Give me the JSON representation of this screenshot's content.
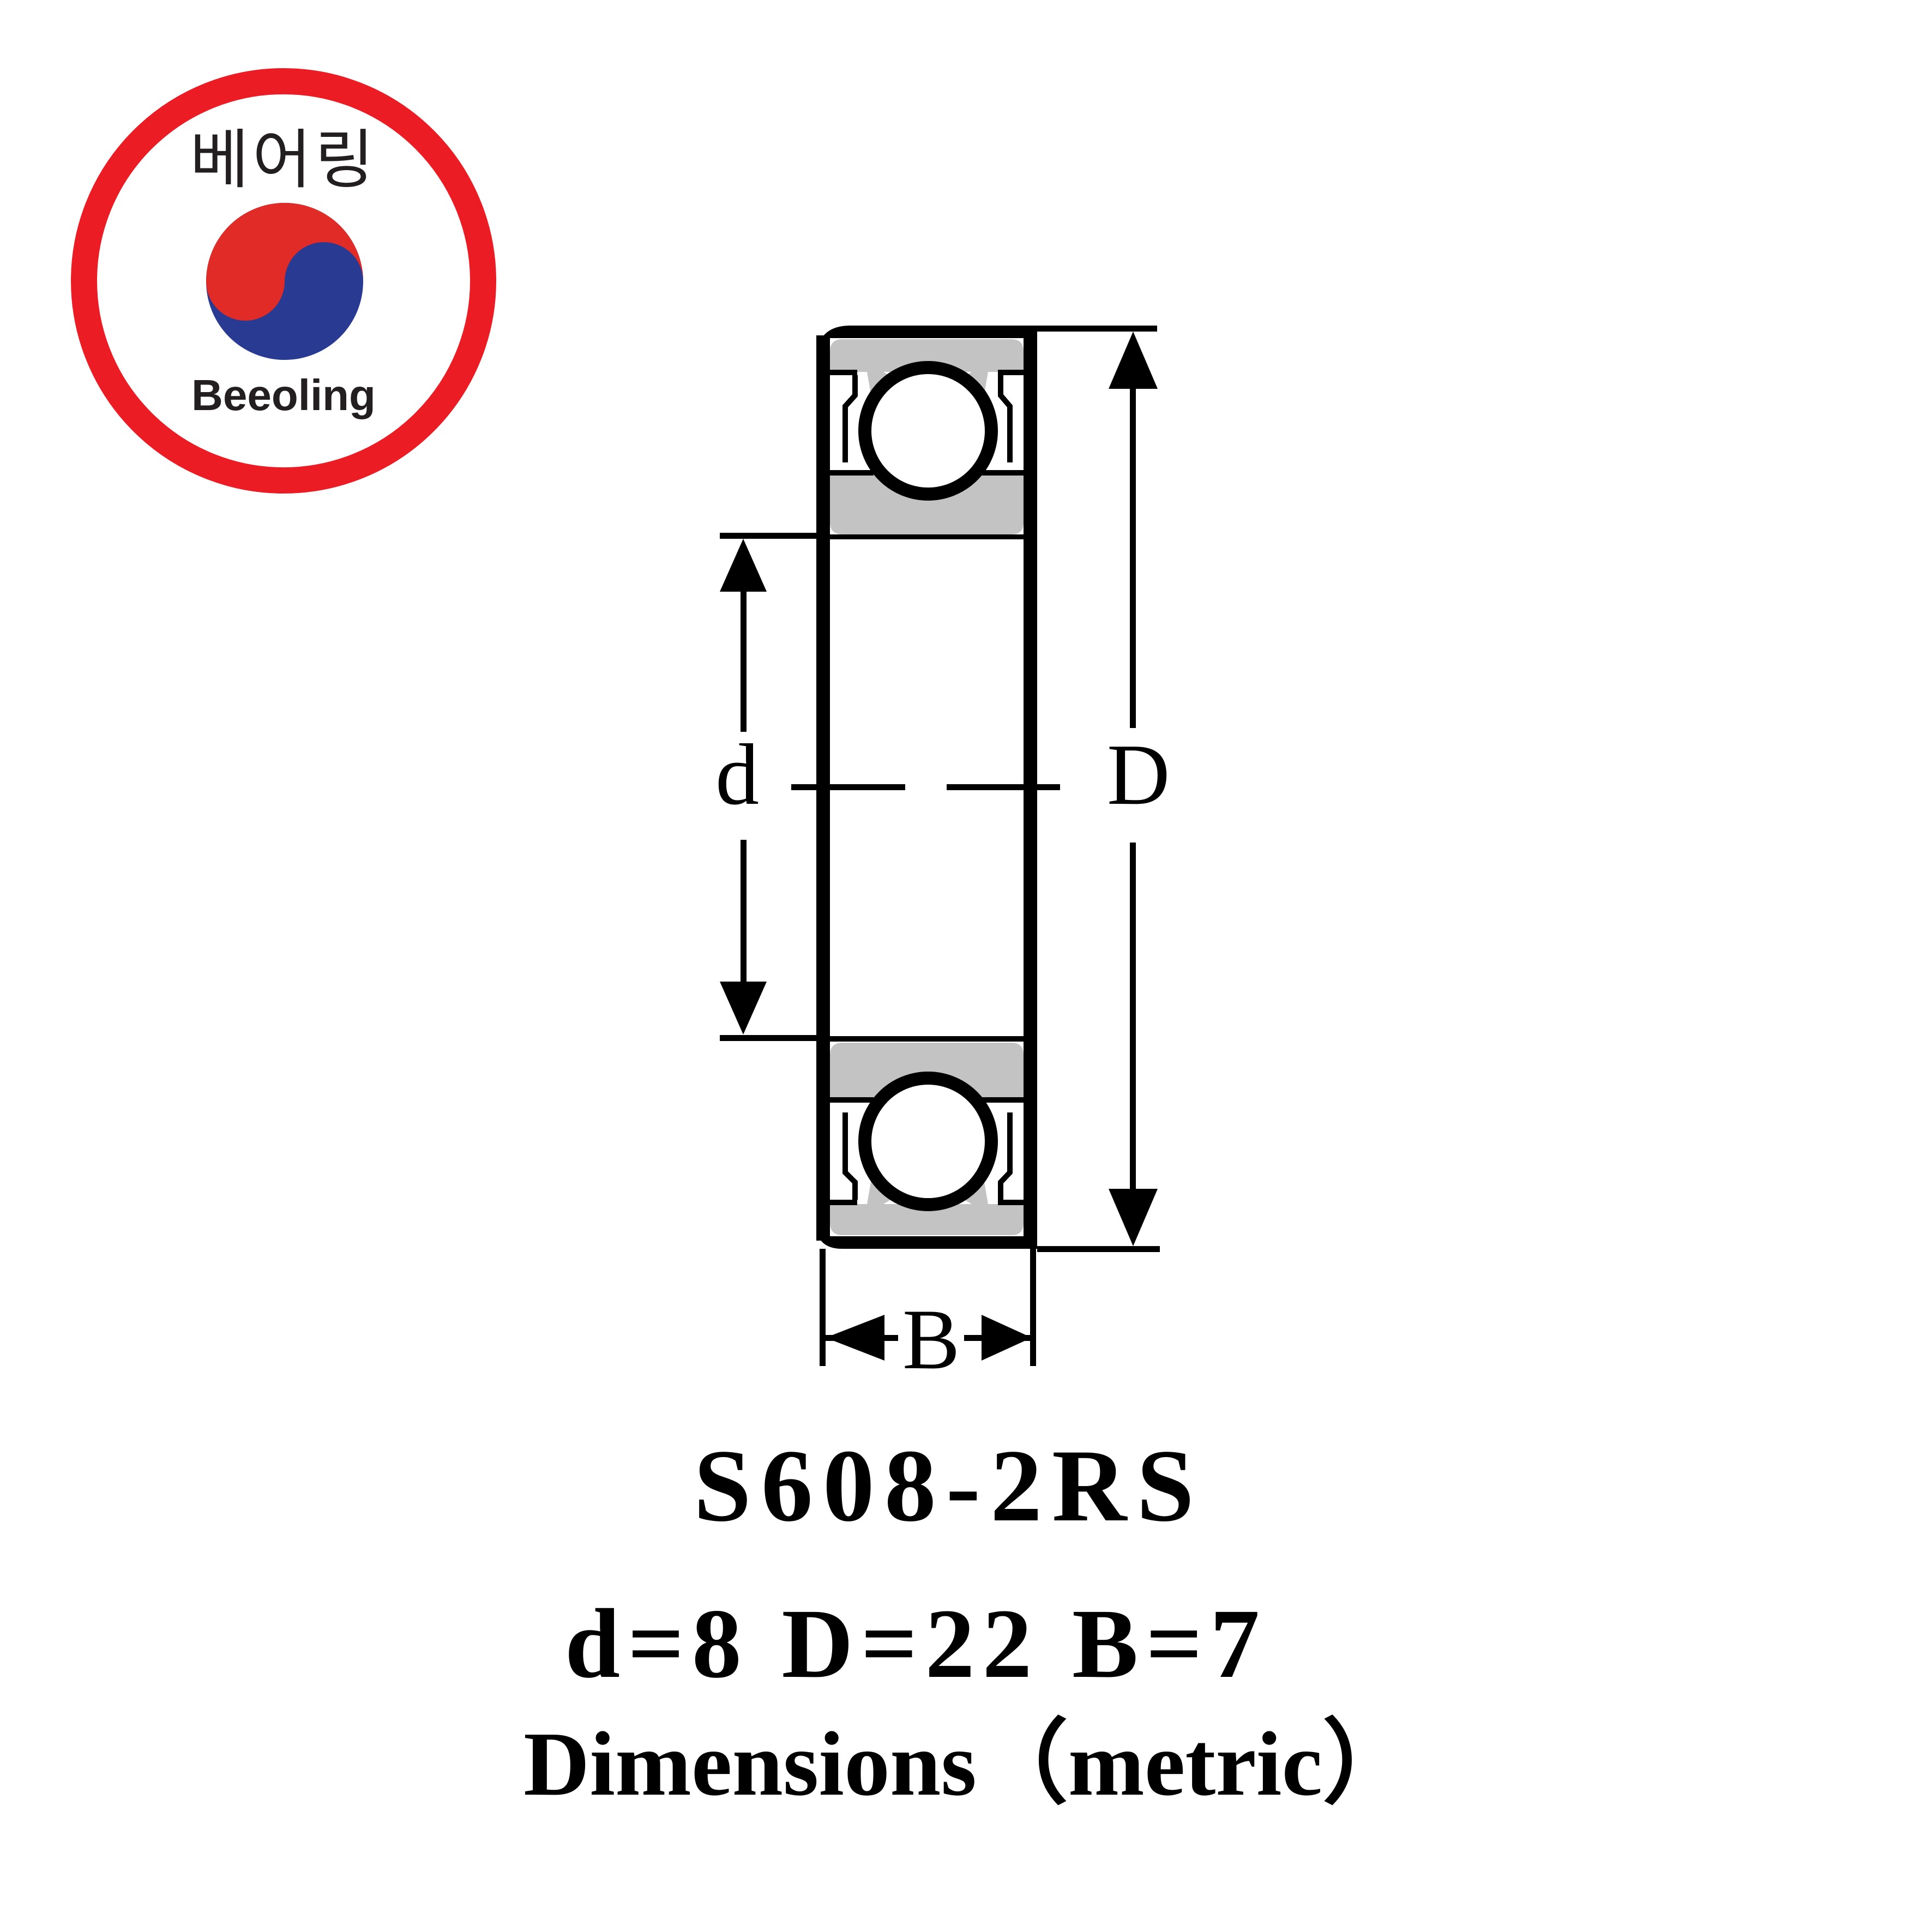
{
  "logo": {
    "korean_text": "베어링",
    "brand_name": "Beeoling",
    "colors": {
      "ring": "#EC1C24",
      "taeguk_red": "#E12B26",
      "taeguk_blue": "#283A91",
      "text": "#231F20"
    }
  },
  "diagram": {
    "labels": {
      "inner_diameter": "d",
      "outer_diameter": "D",
      "width": "B"
    },
    "colors": {
      "line": "#000000",
      "race_fill": "#C3C3C3",
      "ball_fill": "#FFFFFF"
    }
  },
  "product": {
    "part_number": "S608-2RS",
    "dimensions_line": "d=8 D=22 B=7",
    "dimensions": {
      "d": 8,
      "D": 22,
      "B": 7
    },
    "units_caption": "Dimensions（metric）"
  }
}
